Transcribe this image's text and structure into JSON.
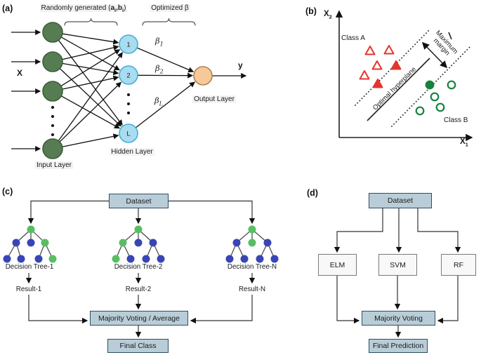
{
  "colors": {
    "inputNode": "#567d52",
    "inputNodeBorder": "#3e5c3a",
    "hiddenNode": "#a9dcef",
    "hiddenNodeBorder": "#3fb0d8",
    "outputNode": "#f8c998",
    "outputNodeBorder": "#b08050",
    "classA": "#e5352c",
    "classB": "#15823e",
    "boxBlueFill": "#b9cdd8",
    "boxBlueBorder": "#2f4d5d",
    "boxGrayFill": "#f8f8f8",
    "boxGrayBorder": "#7a7a7a",
    "treeGreen": "#57bf63",
    "treeBlue": "#3a45b5"
  },
  "panel_a": {
    "label": "(a)",
    "random_label": {
      "p1": "Randomly generated (",
      "b1": "a",
      "s1": "i",
      "p2": ",",
      "b2": "b",
      "s2": "i",
      "p3": ")"
    },
    "optimized_label": "Optimized β",
    "input_symbol": "X",
    "output_symbol": "y",
    "hidden_nodes": [
      "1",
      "2",
      "L"
    ],
    "beta_labels": [
      {
        "base": "β",
        "sub": "1"
      },
      {
        "base": "β",
        "sub": "2"
      },
      {
        "base": "β",
        "sub": "L"
      }
    ],
    "input_layer_label": "Input Layer",
    "hidden_layer_label": "Hidden Layer",
    "output_layer_label": "Output Layer"
  },
  "panel_b": {
    "label": "(b)",
    "x2_axis": {
      "base": "X",
      "sub": "2"
    },
    "x1_axis": {
      "base": "X",
      "sub": "1"
    },
    "class_a": "Class A",
    "class_b": "Class B",
    "hyperplane_label": "Optimal hyperplane",
    "margin_label_line1": "Maximum",
    "margin_label_line2": "margin"
  },
  "panel_c": {
    "label": "(c)",
    "dataset": "Dataset",
    "trees": [
      {
        "label": "Decision Tree-1",
        "result": "Result-1"
      },
      {
        "label": "Decision Tree-2",
        "result": "Result-2"
      },
      {
        "label": "Decision Tree-N",
        "result": "Result-N"
      }
    ],
    "majority": "Majority Voting / Average",
    "final": "Final Class"
  },
  "panel_d": {
    "label": "(d)",
    "dataset": "Dataset",
    "models": [
      "ELM",
      "SVM",
      "RF"
    ],
    "majority": "Majority Voting",
    "final": "Final Prediction"
  }
}
